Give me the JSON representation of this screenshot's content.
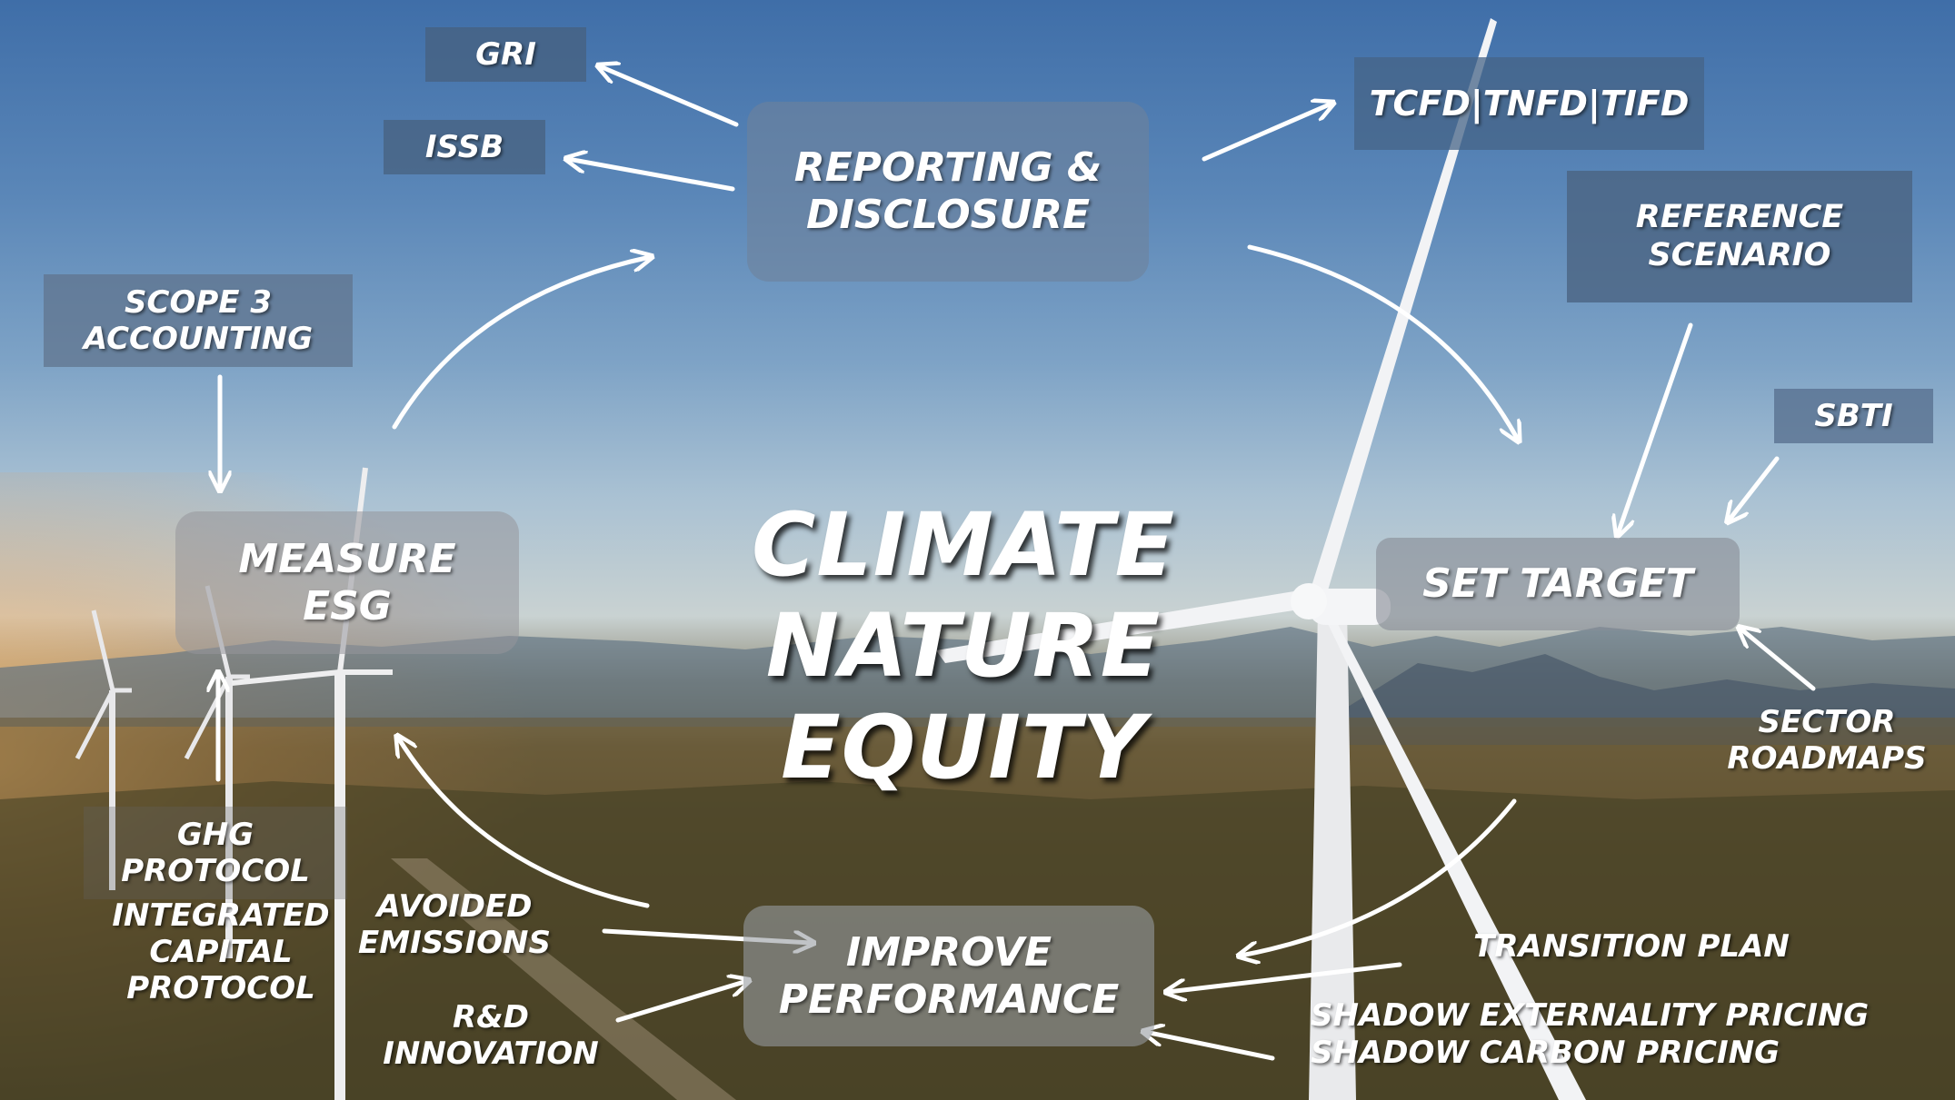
{
  "center": {
    "line1": "CLIMATE",
    "line2": "NATURE",
    "line3": "EQUITY"
  },
  "reporting": {
    "label": "REPORTING &\nDISCLOSURE",
    "targets": {
      "gri": "GRI",
      "issb": "ISSB",
      "tcfd": "TCFD|TNFD|TIFD"
    }
  },
  "measure": {
    "label": "MEASURE\nESG",
    "inputs": {
      "scope3": "SCOPE 3\nACCOUNTING",
      "ghg": "GHG\nPROTOCOL",
      "icp": "INTEGRATED\nCAPITAL\nPROTOCOL"
    }
  },
  "set_target": {
    "label": "SET TARGET",
    "inputs": {
      "reference": "REFERENCE\nSCENARIO",
      "sbti": "SBTI",
      "sector": "SECTOR\nROADMAPS"
    }
  },
  "improve": {
    "label": "IMPROVE\nPERFORMANCE",
    "inputs": {
      "avoided": "AVOIDED\nEMISSIONS",
      "rnd": "R&D\nINNOVATION",
      "transition": "TRANSITION PLAN",
      "shadow_ext": "SHADOW EXTERNALITY PRICING",
      "shadow_carbon": "SHADOW CARBON PRICING"
    }
  },
  "colors": {
    "arrow": "#ffffff",
    "tag_bg": "#465f7d",
    "text": "#ffffff"
  }
}
